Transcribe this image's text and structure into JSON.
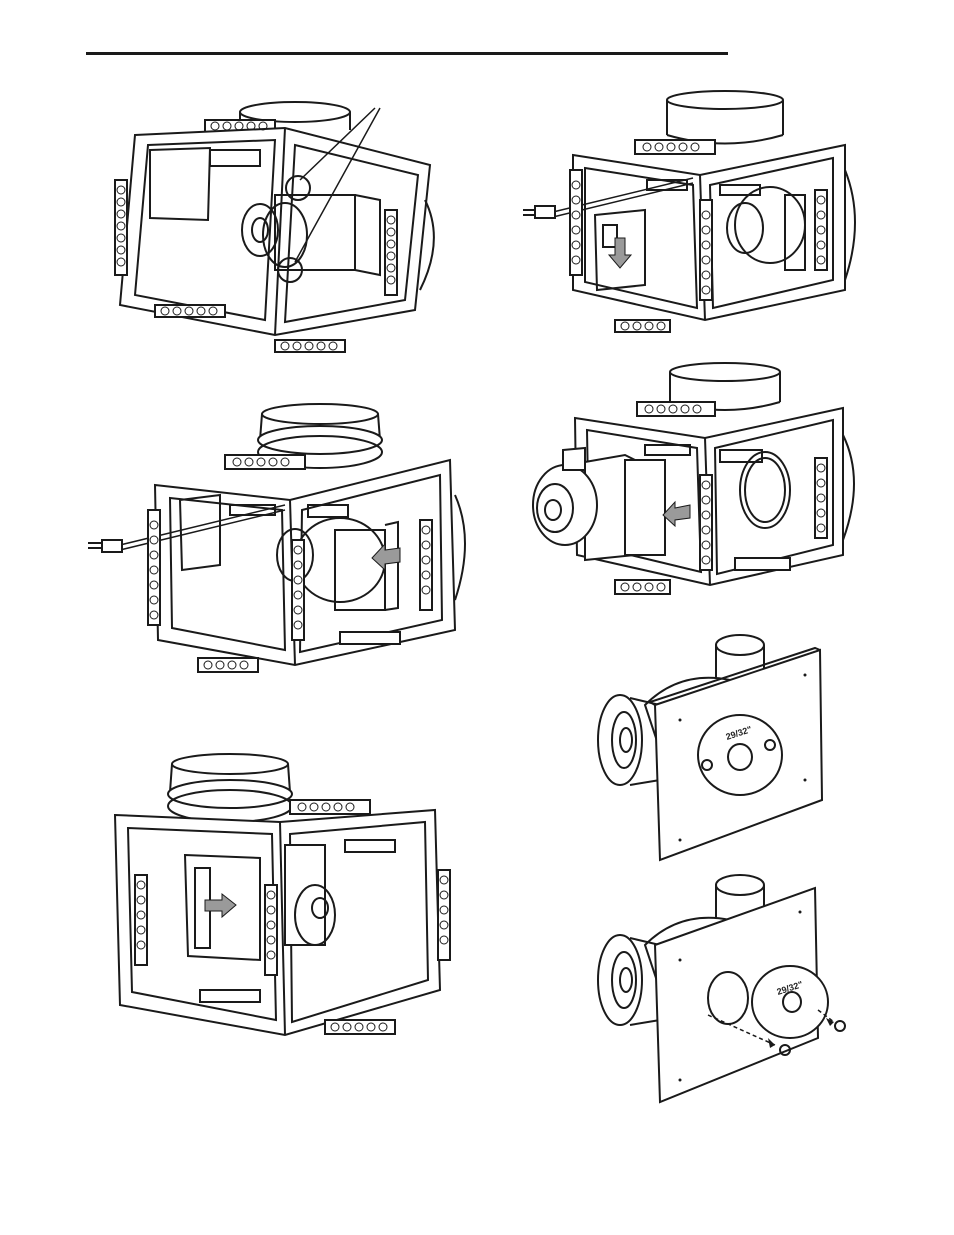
{
  "page": {
    "header_rule": "section-divider"
  },
  "figures": [
    {
      "id": "fig-a",
      "desc_icon": "unit-open-panel-icon"
    },
    {
      "id": "fig-b",
      "desc_icon": "unit-cord-remove-icon"
    },
    {
      "id": "fig-c",
      "desc_icon": "unit-cord-insert-icon"
    },
    {
      "id": "fig-d",
      "desc_icon": "unit-blower-slide-out-icon"
    },
    {
      "id": "fig-e",
      "desc_icon": "unit-blower-slide-in-icon"
    },
    {
      "id": "fig-f",
      "desc_icon": "blower-plate-icon",
      "label": "29/32\""
    },
    {
      "id": "fig-g",
      "desc_icon": "blower-plate-remove-icon",
      "label": "29/32\""
    }
  ],
  "colors": {
    "ink": "#1a1a1a",
    "paper": "#ffffff",
    "arrow_fill": "#9a9a9a"
  }
}
